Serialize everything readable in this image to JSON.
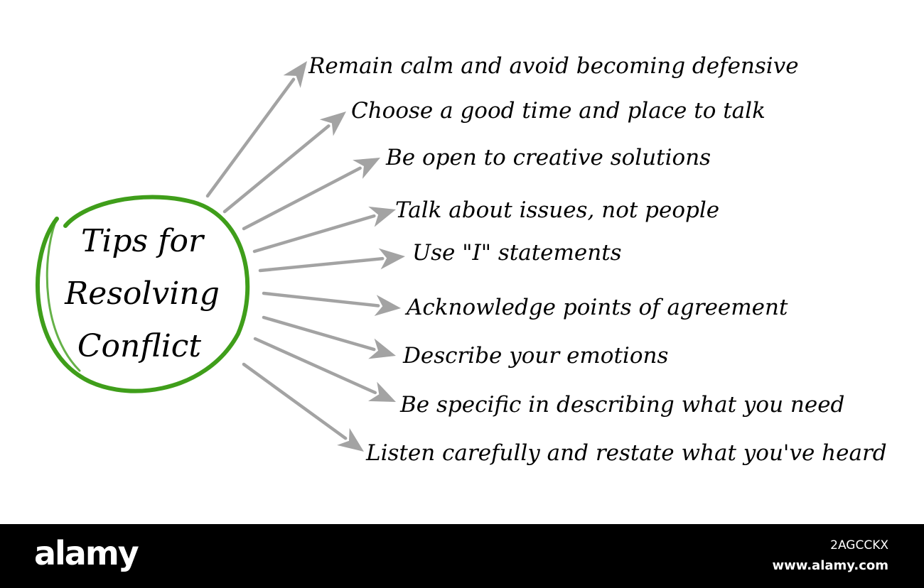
{
  "diagram": {
    "title_lines": [
      "Tips for",
      "Resolving",
      "Conflict"
    ],
    "tips": [
      "Remain calm and avoid becoming defensive",
      "Choose a good time and place to talk",
      "Be open to creative solutions",
      "Talk about issues, not people",
      "Use \"I\" statements",
      "Acknowledge points of agreement",
      "Describe your emotions",
      "Be specific in describing what you need",
      "Listen carefully and restate what you've heard"
    ],
    "colors": {
      "circle": "#3f9e1a",
      "arrow": "#a3a3a3",
      "text": "#000000"
    }
  },
  "footer": {
    "brand": "alamy",
    "image_code": "2AGCCKX",
    "url": "www.alamy.com"
  }
}
